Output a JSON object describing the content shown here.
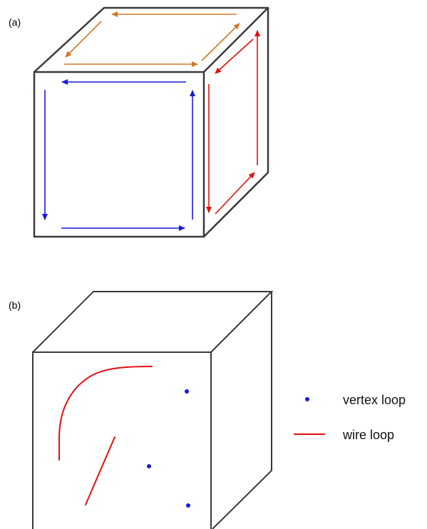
{
  "panels": [
    {
      "label": "(a)"
    },
    {
      "label": "(b)"
    }
  ],
  "legend": {
    "vertex_loop": "vertex loop",
    "wire_loop": "wire loop"
  },
  "colors": {
    "cube": "#3a3a3a",
    "top_face_arrows": "#d07828",
    "front_face_arrows": "#1a1ad8",
    "side_face_arrows": "#e01010",
    "vertex_loop": "#1a1ad8",
    "wire_loop": "#e01010"
  }
}
